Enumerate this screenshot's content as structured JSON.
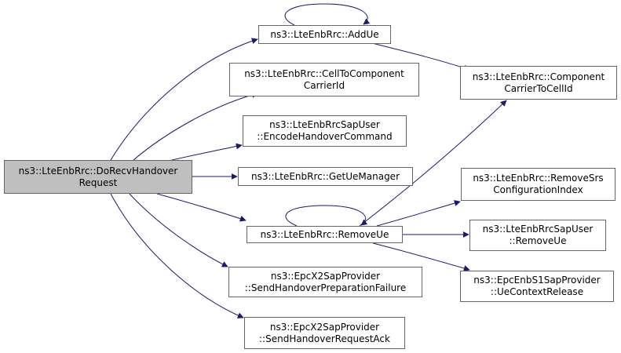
{
  "colors": {
    "edge": "#191970",
    "node_border": "#666666",
    "root_fill": "#bfbfbf",
    "node_fill": "#ffffff"
  },
  "nodes": {
    "root": {
      "line1": "ns3::LteEnbRrc::DoRecvHandover",
      "line2": "Request"
    },
    "add_ue": {
      "line1": "ns3::LteEnbRrc::AddUe"
    },
    "cell_to_component": {
      "line1": "ns3::LteEnbRrc::CellToComponent",
      "line2": "CarrierId"
    },
    "encode_handover": {
      "line1": "ns3::LteEnbRrcSapUser",
      "line2": "::EncodeHandoverCommand"
    },
    "get_ue_manager": {
      "line1": "ns3::LteEnbRrc::GetUeManager"
    },
    "remove_ue": {
      "line1": "ns3::LteEnbRrc::RemoveUe"
    },
    "send_prep_failure": {
      "line1": "ns3::EpcX2SapProvider",
      "line2": "::SendHandoverPreparationFailure"
    },
    "send_request_ack": {
      "line1": "ns3::EpcX2SapProvider",
      "line2": "::SendHandoverRequestAck"
    },
    "component_to_cell": {
      "line1": "ns3::LteEnbRrc::Component",
      "line2": "CarrierToCellId"
    },
    "remove_srs": {
      "line1": "ns3::LteEnbRrc::RemoveSrs",
      "line2": "ConfigurationIndex"
    },
    "sap_user_remove_ue": {
      "line1": "ns3::LteEnbRrcSapUser",
      "line2": "::RemoveUe"
    },
    "ue_context_release": {
      "line1": "ns3::EpcEnbS1SapProvider",
      "line2": "::UeContextRelease"
    }
  }
}
